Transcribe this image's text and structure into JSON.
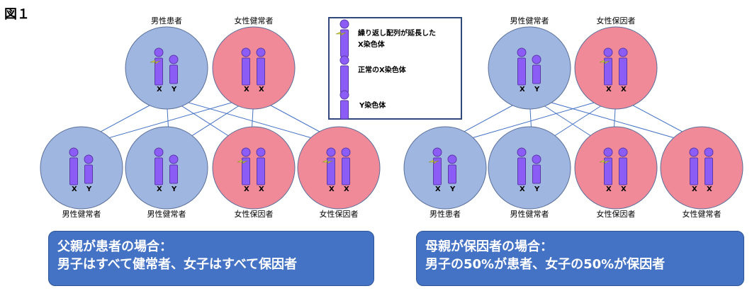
{
  "figure_title": "図１",
  "legend": {
    "extended_x": "繰り返し配列が延長した",
    "extended_x_line2": "X染色体",
    "normal_x": "正常のX染色体",
    "y": "Y染色体"
  },
  "colors": {
    "male": "#9fb7e0",
    "female": "#f08a99",
    "chromosome": "#8b5cf6",
    "chromosome_stroke": "#5b3aa8",
    "arrow": "#4472c4",
    "banner": "#4472c4",
    "mark": "#d6e04a"
  },
  "panels": [
    {
      "parents": [
        {
          "label": "男性患者",
          "sex": "male",
          "chromosomes": [
            {
              "type": "X",
              "extended": true
            },
            {
              "type": "Y"
            }
          ],
          "chrom_labels": [
            "X",
            "Y"
          ]
        },
        {
          "label": "女性健常者",
          "sex": "female",
          "chromosomes": [
            {
              "type": "X"
            },
            {
              "type": "X"
            }
          ],
          "chrom_labels": [
            "X",
            "X"
          ]
        }
      ],
      "children": [
        {
          "label": "男性健常者",
          "sex": "male",
          "chromosomes": [
            {
              "type": "X"
            },
            {
              "type": "Y"
            }
          ],
          "chrom_labels": [
            "X",
            "Y"
          ]
        },
        {
          "label": "男性健常者",
          "sex": "male",
          "chromosomes": [
            {
              "type": "X"
            },
            {
              "type": "Y"
            }
          ],
          "chrom_labels": [
            "X",
            "Y"
          ]
        },
        {
          "label": "女性保因者",
          "sex": "female",
          "chromosomes": [
            {
              "type": "X",
              "extended": true
            },
            {
              "type": "X"
            }
          ],
          "chrom_labels": [
            "X",
            "X"
          ]
        },
        {
          "label": "女性保因者",
          "sex": "female",
          "chromosomes": [
            {
              "type": "X",
              "extended": true
            },
            {
              "type": "X"
            }
          ],
          "chrom_labels": [
            "X",
            "X"
          ]
        }
      ],
      "banner": [
        "父親が患者の場合：",
        "男子はすべて健常者、女子はすべて保因者"
      ]
    },
    {
      "parents": [
        {
          "label": "男性健常者",
          "sex": "male",
          "chromosomes": [
            {
              "type": "X"
            },
            {
              "type": "Y"
            }
          ],
          "chrom_labels": [
            "X",
            "Y"
          ]
        },
        {
          "label": "女性保因者",
          "sex": "female",
          "chromosomes": [
            {
              "type": "X",
              "extended": true
            },
            {
              "type": "X"
            }
          ],
          "chrom_labels": [
            "X",
            "X"
          ]
        }
      ],
      "children": [
        {
          "label": "男性患者",
          "sex": "male",
          "chromosomes": [
            {
              "type": "X",
              "extended": true
            },
            {
              "type": "Y"
            }
          ],
          "chrom_labels": [
            "X",
            "Y"
          ]
        },
        {
          "label": "男性健常者",
          "sex": "male",
          "chromosomes": [
            {
              "type": "X"
            },
            {
              "type": "Y"
            }
          ],
          "chrom_labels": [
            "X",
            "Y"
          ]
        },
        {
          "label": "女性保因者",
          "sex": "female",
          "chromosomes": [
            {
              "type": "X",
              "extended": true
            },
            {
              "type": "X"
            }
          ],
          "chrom_labels": [
            "X",
            "X"
          ]
        },
        {
          "label": "女性健常者",
          "sex": "female",
          "chromosomes": [
            {
              "type": "X"
            },
            {
              "type": "X"
            }
          ],
          "chrom_labels": [
            "X",
            "X"
          ]
        }
      ],
      "banner": [
        "母親が保因者の場合：",
        "男子の50%が患者、女子の50%が保因者"
      ]
    }
  ]
}
